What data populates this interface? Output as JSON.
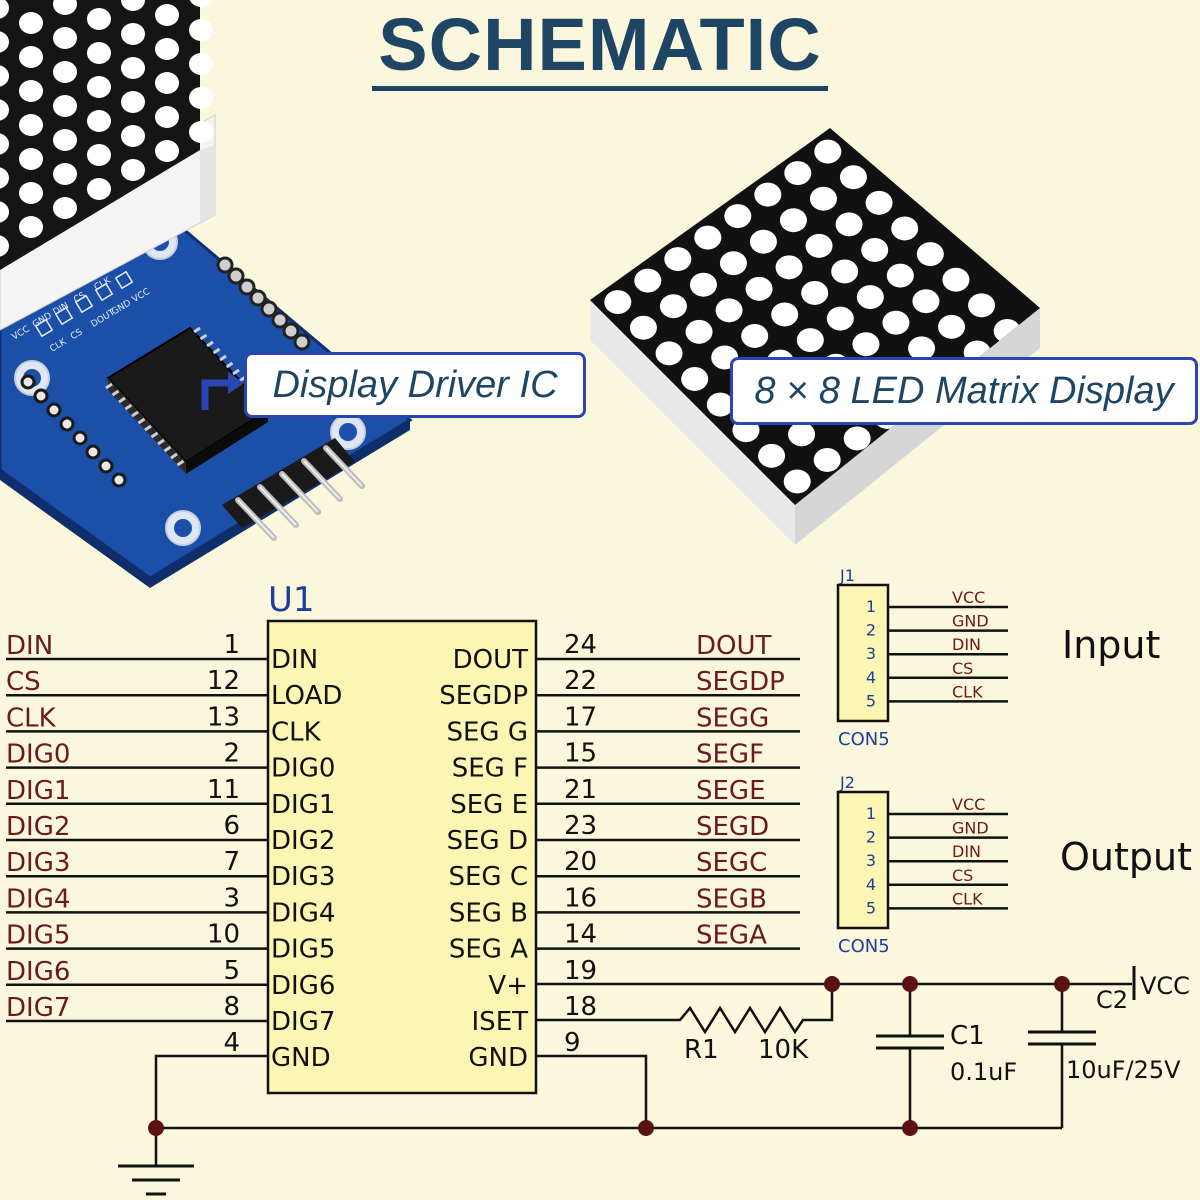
{
  "title": "SCHEMATIC",
  "callouts": {
    "driver": "Display Driver IC",
    "matrix": "8 × 8 LED Matrix Display"
  },
  "module_silkscreen": [
    "VCC",
    "GND",
    "DIN",
    "CS",
    "CLK"
  ],
  "module_silkscreen_out": [
    "CLK",
    "CS",
    "DOUT",
    "GND",
    "VCC"
  ],
  "ic": {
    "ref": "U1",
    "left_pins": [
      {
        "net": "DIN",
        "pin": "1",
        "name": "DIN"
      },
      {
        "net": "CS",
        "pin": "12",
        "name": "LOAD"
      },
      {
        "net": "CLK",
        "pin": "13",
        "name": "CLK"
      },
      {
        "net": "DIG0",
        "pin": "2",
        "name": "DIG0"
      },
      {
        "net": "DIG1",
        "pin": "11",
        "name": "DIG1"
      },
      {
        "net": "DIG2",
        "pin": "6",
        "name": "DIG2"
      },
      {
        "net": "DIG3",
        "pin": "7",
        "name": "DIG3"
      },
      {
        "net": "DIG4",
        "pin": "3",
        "name": "DIG4"
      },
      {
        "net": "DIG5",
        "pin": "10",
        "name": "DIG5"
      },
      {
        "net": "DIG6",
        "pin": "5",
        "name": "DIG6"
      },
      {
        "net": "DIG7",
        "pin": "8",
        "name": "DIG7"
      },
      {
        "net": "",
        "pin": "4",
        "name": "GND"
      }
    ],
    "right_pins": [
      {
        "name": "DOUT",
        "pin": "24",
        "net": "DOUT"
      },
      {
        "name": "SEGDP",
        "pin": "22",
        "net": "SEGDP"
      },
      {
        "name": "SEG G",
        "pin": "17",
        "net": "SEGG"
      },
      {
        "name": "SEG F",
        "pin": "15",
        "net": "SEGF"
      },
      {
        "name": "SEG E",
        "pin": "21",
        "net": "SEGE"
      },
      {
        "name": "SEG D",
        "pin": "23",
        "net": "SEGD"
      },
      {
        "name": "SEG C",
        "pin": "20",
        "net": "SEGC"
      },
      {
        "name": "SEG B",
        "pin": "16",
        "net": "SEGB"
      },
      {
        "name": "SEG A",
        "pin": "14",
        "net": "SEGA"
      },
      {
        "name": "V+",
        "pin": "19",
        "net": ""
      },
      {
        "name": "ISET",
        "pin": "18",
        "net": ""
      },
      {
        "name": "GND",
        "pin": "9",
        "net": ""
      }
    ]
  },
  "connectors": [
    {
      "ref": "J1",
      "type": "CON5",
      "label": "Input",
      "pins": [
        "1",
        "2",
        "3",
        "4",
        "5"
      ],
      "signals": [
        "VCC",
        "GND",
        "DIN",
        "CS",
        "CLK"
      ]
    },
    {
      "ref": "J2",
      "type": "CON5",
      "label": "Output",
      "pins": [
        "1",
        "2",
        "3",
        "4",
        "5"
      ],
      "signals": [
        "VCC",
        "GND",
        "DIN",
        "CS",
        "CLK"
      ]
    }
  ],
  "parts": {
    "r1_ref": "R1",
    "r1_value": "10K",
    "c1_ref": "C1",
    "c1_value": "0.1uF",
    "c2_ref": "C2",
    "c2_value": "10uF/25V",
    "vcc": "VCC"
  },
  "colors": {
    "background": "#fbf7dc",
    "title": "#1f4565",
    "net_label": "#6b1a1a",
    "wire": "#111111",
    "ic_fill": "#fbf6b3",
    "pcb_blue": "#1c4fa8",
    "callout_border": "#2b46b4",
    "connector_text": "#1d3f9a",
    "junction": "#5a1212"
  }
}
